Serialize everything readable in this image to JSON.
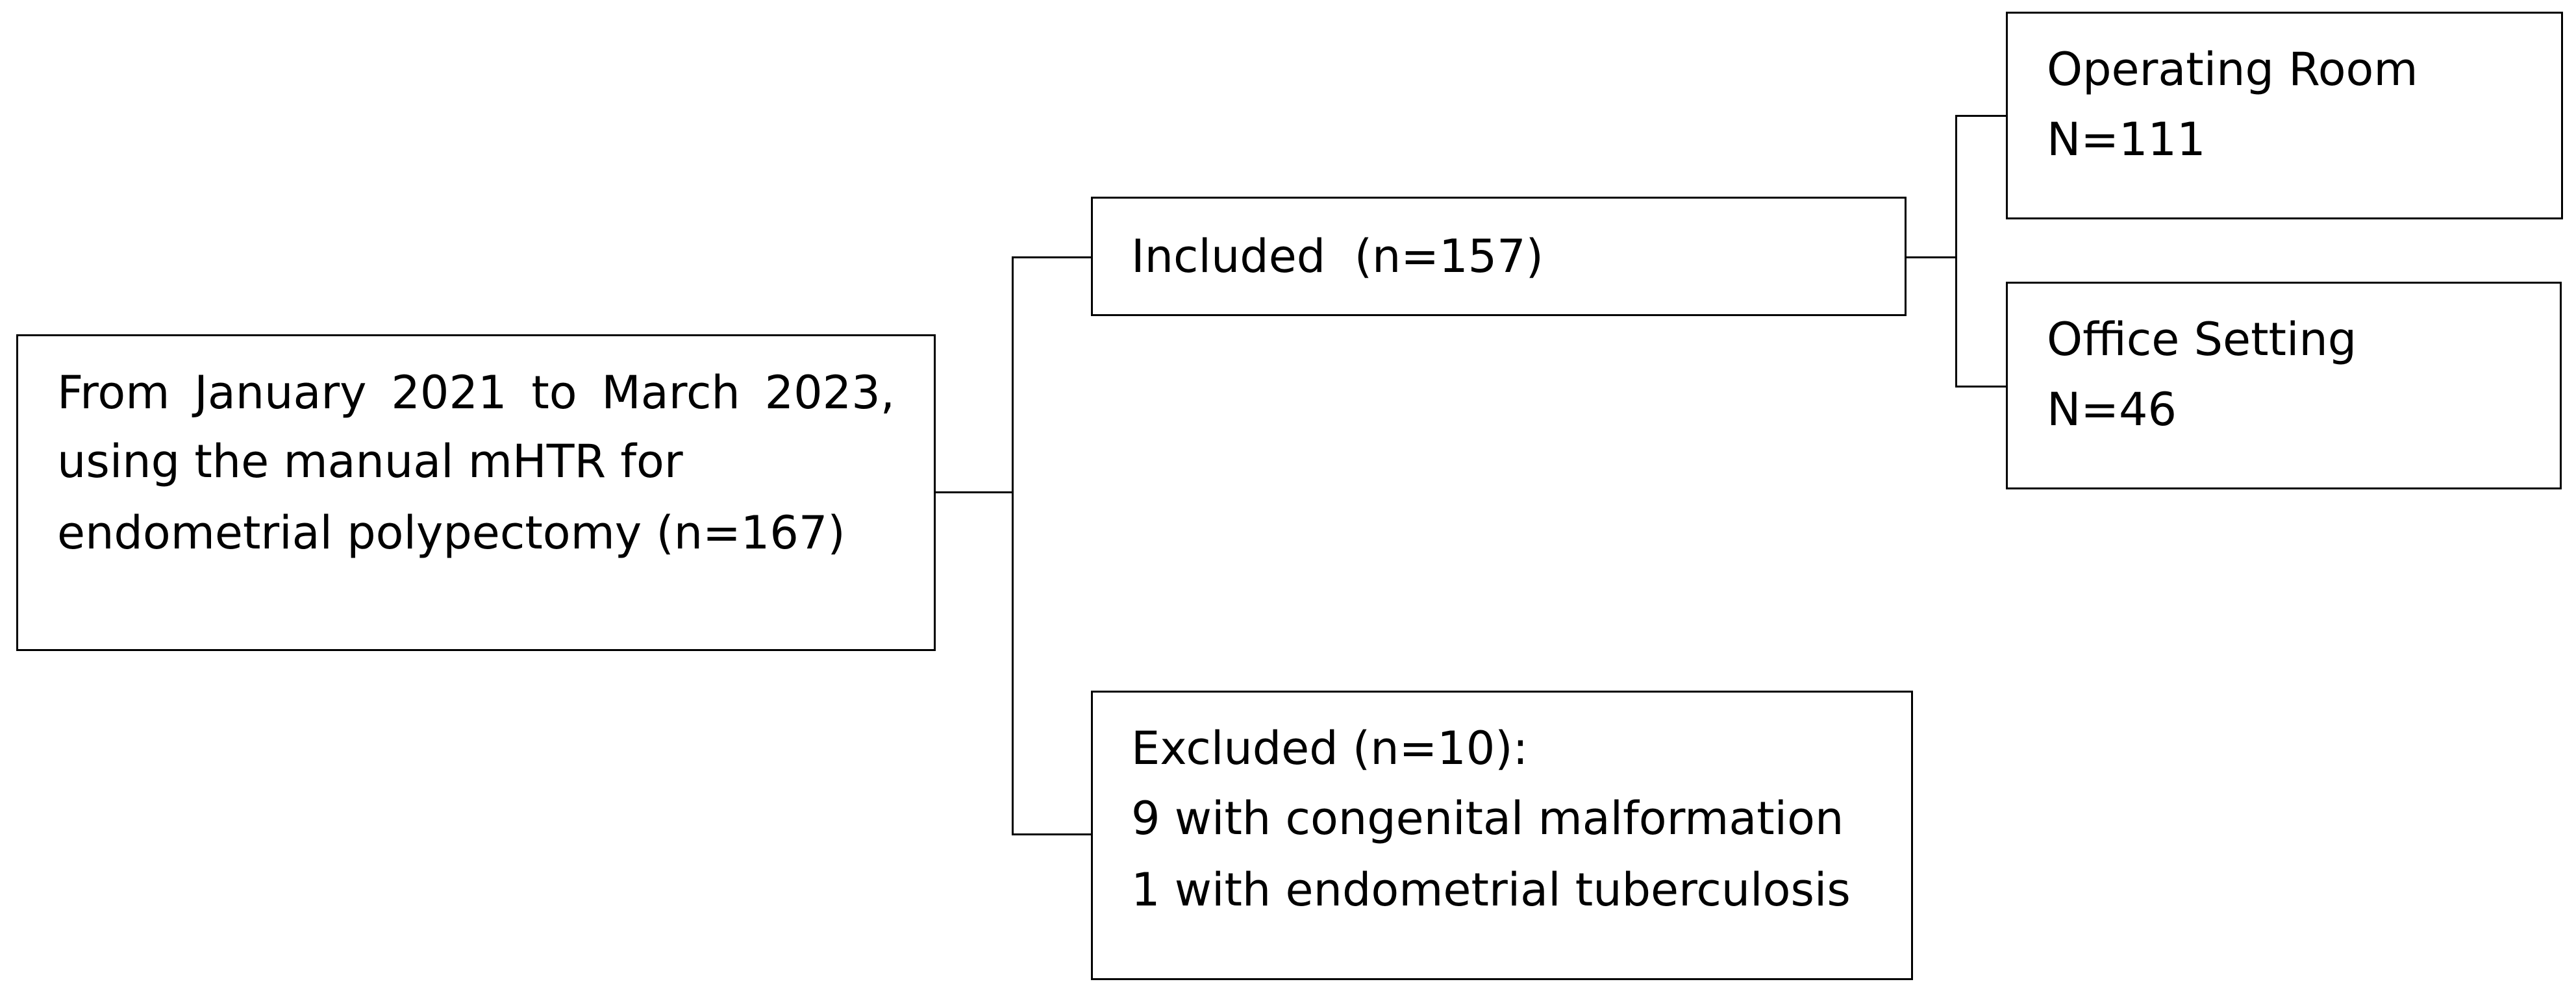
{
  "source_box": {
    "lines": [
      "From January 2021 to March 2023,",
      "using the manual mHTR for",
      "endometrial polypectomy (n=167)"
    ]
  },
  "included_box": {
    "label": "Included  (n=157)"
  },
  "excluded_box": {
    "lines": [
      "Excluded (n=10):",
      "9 with congenital malformation",
      "1 with endometrial tuberculosis"
    ]
  },
  "operating_room_box": {
    "lines": [
      "Operating Room",
      "N=111"
    ]
  },
  "office_setting_box": {
    "lines": [
      "Office Setting",
      "N=46"
    ]
  }
}
